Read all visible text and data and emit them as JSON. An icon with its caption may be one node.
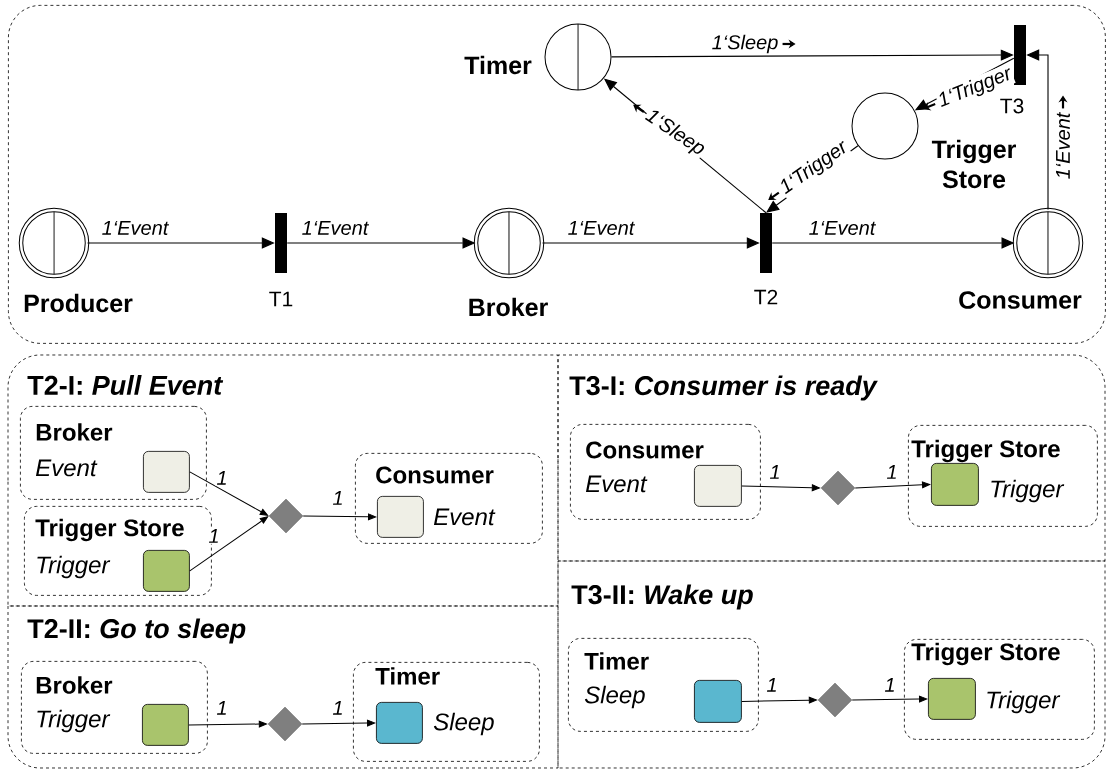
{
  "diagram": {
    "nodes": [
      {
        "text": [],
        "shape": "box"
      },
      {
        "text": [
          "Producer"
        ],
        "in": 0
      },
      {
        "text": [
          "T1"
        ],
        "in": 0
      },
      {
        "text": [
          "Broker"
        ],
        "in": 0
      },
      {
        "text": [
          "Timer"
        ],
        "in": 0
      },
      {
        "text": [
          "T3"
        ],
        "in": 0
      },
      {
        "text": [
          "Trigger Store"
        ],
        "in": 0
      },
      {
        "text": [
          "T2"
        ],
        "in": 0
      },
      {
        "text": [
          "Consumer"
        ],
        "in": 0
      },
      {
        "text": [
          "T2-I: *Pull Event*"
        ]
      },
      {
        "text": [
          "T3-I: *Consumer is ready*"
        ]
      },
      {
        "text": [
          "T2-II: *Go to sleep*"
        ]
      },
      {
        "text": [
          "T3-II: *Wake up*"
        ]
      },
      {
        "text": [
          "Broker",
          "Event"
        ],
        "in": 9
      },
      {
        "text": [],
        "shape": "box",
        "in": 13
      },
      {
        "text": [
          "Trigger Store",
          "Trigger"
        ],
        "in": 9
      },
      {
        "text": [],
        "shape": "box",
        "in": 15
      },
      {
        "text": [],
        "shape": "diamond",
        "in": 9
      },
      {
        "text": [
          "Consumer",
          "Event"
        ],
        "in": 9
      },
      {
        "text": [],
        "shape": "box",
        "in": 18
      },
      {
        "text": [
          "Broker",
          "Trigger"
        ],
        "in": 11
      },
      {
        "text": [],
        "shape": "box",
        "in": 20
      },
      {
        "text": [],
        "shape": "diamond",
        "in": 11
      },
      {
        "text": [
          "Timer",
          "Sleep"
        ],
        "in": 11
      },
      {
        "text": [],
        "shape": "box",
        "in": 23
      },
      {
        "text": [
          "Consumer",
          "Event"
        ],
        "in": 10
      },
      {
        "text": [],
        "shape": "box",
        "in": 25
      },
      {
        "text": [],
        "shape": "diamond",
        "in": 10
      },
      {
        "text": [
          "Trigger Store",
          "Trigger"
        ],
        "in": 10
      },
      {
        "text": [],
        "shape": "box",
        "in": 28
      },
      {
        "text": [
          "Timer",
          "Sleep"
        ],
        "in": 12
      },
      {
        "text": [],
        "shape": "box",
        "in": 30
      },
      {
        "text": [],
        "shape": "diamond",
        "in": 12
      },
      {
        "text": [
          "Trigger Store",
          "Trigger"
        ],
        "in": 12
      },
      {
        "text": [],
        "shape": "box",
        "in": 33
      }
    ],
    "edges": [
      {
        "from": 1,
        "to": 2,
        "arrow": "to",
        "label": "1‘Event"
      },
      {
        "from": 2,
        "to": 3,
        "arrow": "to",
        "label": "1‘Event"
      },
      {
        "from": 3,
        "to": 7,
        "arrow": "to",
        "label": "1‘Event"
      },
      {
        "from": 7,
        "to": 8,
        "arrow": "to",
        "label": "1‘Event"
      },
      {
        "from": 7,
        "to": 4,
        "arrow": "to",
        "label": "1‘Sleep"
      },
      {
        "from": 6,
        "to": 7,
        "arrow": "to",
        "label": "1‘Trigger"
      },
      {
        "from": 5,
        "to": 6,
        "arrow": "to",
        "label": "1‘Trigger"
      },
      {
        "from": 4,
        "to": 5,
        "arrow": "to",
        "label": "1‘Sleep"
      },
      {
        "from": 8,
        "to": 5,
        "arrow": "to",
        "label": "1‘Event"
      },
      {
        "from": 14,
        "to": 17,
        "arrow": "to",
        "label": "1"
      },
      {
        "from": 16,
        "to": 17,
        "arrow": "to",
        "label": "1"
      },
      {
        "from": 17,
        "to": 19,
        "arrow": "to",
        "label": "1"
      },
      {
        "from": 21,
        "to": 22,
        "arrow": "to",
        "label": "1"
      },
      {
        "from": 22,
        "to": 24,
        "arrow": "to",
        "label": "1"
      },
      {
        "from": 26,
        "to": 27,
        "arrow": "to",
        "label": "1"
      },
      {
        "from": 27,
        "to": 29,
        "arrow": "to",
        "label": "1"
      },
      {
        "from": 31,
        "to": 32,
        "arrow": "to",
        "label": "1"
      },
      {
        "from": 32,
        "to": 34,
        "arrow": "to",
        "label": "1"
      }
    ]
  }
}
